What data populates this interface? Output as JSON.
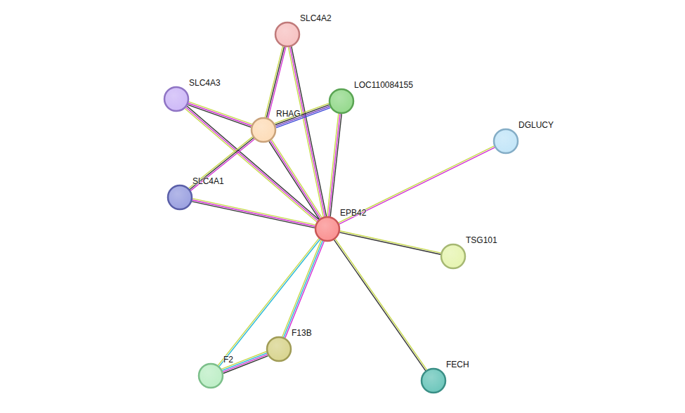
{
  "diagram": {
    "nodes": [
      {
        "text": [
          "SLC4A2"
        ]
      },
      {
        "text": [
          "SLC4A3"
        ]
      },
      {
        "text": [
          "LOC110084155"
        ]
      },
      {
        "text": [
          "RHAG"
        ]
      },
      {
        "text": [
          "DGLUCY"
        ]
      },
      {
        "text": [
          "SLC4A1"
        ]
      },
      {
        "text": [
          "EPB42"
        ]
      },
      {
        "text": [
          "TSG101"
        ]
      },
      {
        "text": [
          "F13B"
        ]
      },
      {
        "text": [
          "F2"
        ]
      },
      {
        "text": [
          "FECH"
        ]
      }
    ],
    "edges": [
      {
        "from": 0,
        "to": 3,
        "arrow": "none"
      },
      {
        "from": 0,
        "to": 6,
        "arrow": "none"
      },
      {
        "from": 1,
        "to": 3,
        "arrow": "none"
      },
      {
        "from": 1,
        "to": 6,
        "arrow": "none"
      },
      {
        "from": 2,
        "to": 3,
        "arrow": "none"
      },
      {
        "from": 2,
        "to": 6,
        "arrow": "none"
      },
      {
        "from": 3,
        "to": 5,
        "arrow": "none"
      },
      {
        "from": 3,
        "to": 6,
        "arrow": "none"
      },
      {
        "from": 5,
        "to": 6,
        "arrow": "none"
      },
      {
        "from": 4,
        "to": 6,
        "arrow": "none"
      },
      {
        "from": 7,
        "to": 6,
        "arrow": "none"
      },
      {
        "from": 10,
        "to": 6,
        "arrow": "none"
      },
      {
        "from": 9,
        "to": 6,
        "arrow": "none"
      },
      {
        "from": 8,
        "to": 6,
        "arrow": "none"
      },
      {
        "from": 9,
        "to": 8,
        "arrow": "none"
      }
    ]
  }
}
